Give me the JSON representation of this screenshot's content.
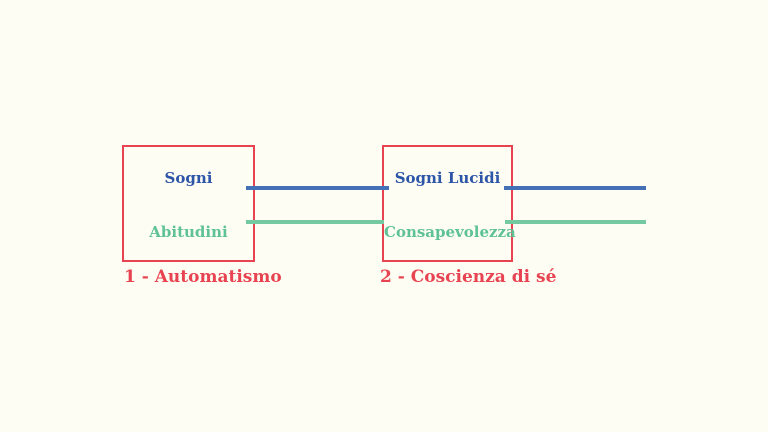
{
  "colors": {
    "bg": "#fdfdf3",
    "red": "#e84350",
    "blue-text": "#2d55a8",
    "green-text": "#5fc296",
    "blue-line": "#4470b6",
    "green-line": "#74c9a1"
  },
  "diagram": {
    "stages": [
      {
        "caption": "1 - Automatismo",
        "top_item": "Sogni",
        "bottom_item": "Abitudini"
      },
      {
        "caption": "2 - Coscienza di sé",
        "top_item": "Sogni Lucidi",
        "bottom_item": "Consapevolezza"
      }
    ]
  }
}
